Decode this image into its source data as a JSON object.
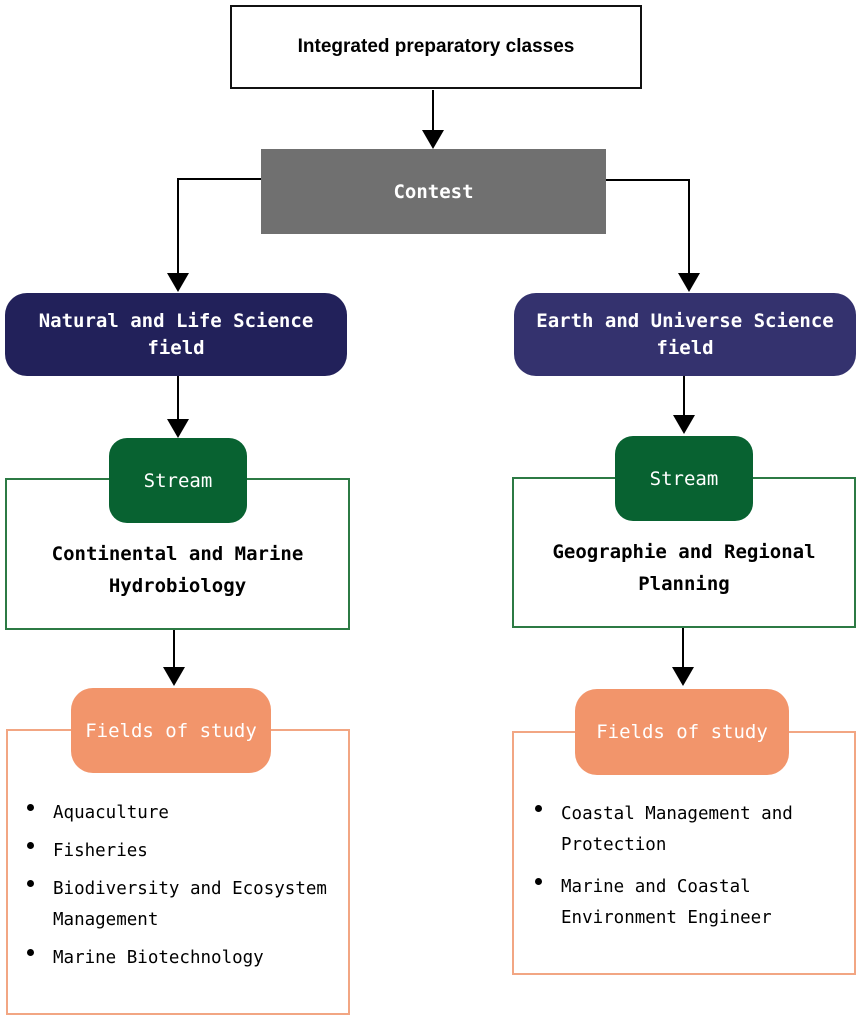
{
  "top": {
    "label": "Integrated preparatory classes"
  },
  "contest": {
    "label": "Contest"
  },
  "left": {
    "field_label": "Natural and Life Science field",
    "stream_pill": "Stream",
    "stream_name": "Continental and Marine Hydrobiology",
    "fields_pill": "Fields of study",
    "fields": [
      "Aquaculture",
      "Fisheries",
      "Biodiversity and Ecosystem Management",
      "Marine Biotechnology"
    ]
  },
  "right": {
    "field_label": "Earth and Universe Science field",
    "stream_pill": "Stream",
    "stream_name": "Geographie and Regional Planning",
    "fields_pill": "Fields of study",
    "fields": [
      "Coastal Management and Protection",
      "Marine and Coastal Environment Engineer"
    ]
  },
  "colors": {
    "field_box": "#22215a",
    "stream_green": "#086231",
    "fields_orange": "#f2956b",
    "contest_grey": "#707070"
  }
}
